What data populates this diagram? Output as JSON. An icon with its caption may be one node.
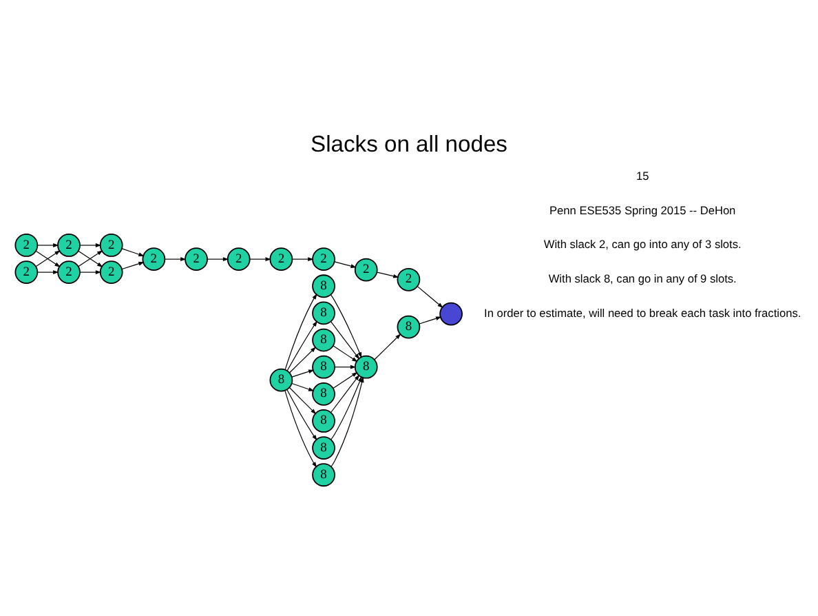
{
  "diagram": {
    "title": "Slacks on all nodes",
    "nodes": [
      {
        "text": [
          "2"
        ]
      },
      {
        "text": [
          "2"
        ]
      },
      {
        "text": [
          "2"
        ]
      },
      {
        "text": [
          "2"
        ]
      },
      {
        "text": [
          "2"
        ]
      },
      {
        "text": [
          "2"
        ]
      },
      {
        "text": [
          "2"
        ]
      },
      {
        "text": [
          "2"
        ]
      },
      {
        "text": [
          "2"
        ]
      },
      {
        "text": [
          "2"
        ]
      },
      {
        "text": [
          "2"
        ]
      },
      {
        "text": [
          "2"
        ]
      },
      {
        "text": [
          "2"
        ]
      },
      {
        "text": [
          "8"
        ]
      },
      {
        "text": [
          "8"
        ]
      },
      {
        "text": [
          "8"
        ]
      },
      {
        "text": [
          "8"
        ]
      },
      {
        "text": [
          "8"
        ]
      },
      {
        "text": [
          "8"
        ]
      },
      {
        "text": [
          "8"
        ]
      },
      {
        "text": [
          "8"
        ]
      },
      {
        "text": [
          "8"
        ]
      },
      {
        "text": [
          "8"
        ]
      },
      {
        "text": [
          "8"
        ]
      },
      {
        "text": [],
        "shape": "circle"
      }
    ],
    "edges": [
      {
        "from": 0,
        "to": 1,
        "arrow": "to"
      },
      {
        "from": 0,
        "to": 11,
        "arrow": "to"
      },
      {
        "from": 10,
        "to": 1,
        "arrow": "to"
      },
      {
        "from": 10,
        "to": 11,
        "arrow": "to"
      },
      {
        "from": 1,
        "to": 2,
        "arrow": "to"
      },
      {
        "from": 1,
        "to": 12,
        "arrow": "to"
      },
      {
        "from": 11,
        "to": 2,
        "arrow": "to"
      },
      {
        "from": 11,
        "to": 12,
        "arrow": "to"
      },
      {
        "from": 2,
        "to": 3,
        "arrow": "to"
      },
      {
        "from": 12,
        "to": 3,
        "arrow": "to"
      },
      {
        "from": 3,
        "to": 4,
        "arrow": "to"
      },
      {
        "from": 4,
        "to": 5,
        "arrow": "to"
      },
      {
        "from": 5,
        "to": 6,
        "arrow": "to"
      },
      {
        "from": 6,
        "to": 7,
        "arrow": "to"
      },
      {
        "from": 7,
        "to": 8,
        "arrow": "to"
      },
      {
        "from": 8,
        "to": 9,
        "arrow": "to"
      },
      {
        "from": 9,
        "to": 24,
        "arrow": "to"
      },
      {
        "from": 14,
        "to": 13,
        "arrow": "to"
      },
      {
        "from": 14,
        "to": 15,
        "arrow": "to"
      },
      {
        "from": 14,
        "to": 16,
        "arrow": "to"
      },
      {
        "from": 14,
        "to": 17,
        "arrow": "to"
      },
      {
        "from": 14,
        "to": 18,
        "arrow": "to"
      },
      {
        "from": 14,
        "to": 19,
        "arrow": "to"
      },
      {
        "from": 14,
        "to": 20,
        "arrow": "to"
      },
      {
        "from": 14,
        "to": 21,
        "arrow": "to"
      },
      {
        "from": 13,
        "to": 22,
        "arrow": "to"
      },
      {
        "from": 15,
        "to": 22,
        "arrow": "to"
      },
      {
        "from": 16,
        "to": 22,
        "arrow": "to"
      },
      {
        "from": 17,
        "to": 22,
        "arrow": "to"
      },
      {
        "from": 18,
        "to": 22,
        "arrow": "to"
      },
      {
        "from": 19,
        "to": 22,
        "arrow": "to"
      },
      {
        "from": 20,
        "to": 22,
        "arrow": "to"
      },
      {
        "from": 21,
        "to": 22,
        "arrow": "to"
      },
      {
        "from": 22,
        "to": 23,
        "arrow": "to"
      },
      {
        "from": 23,
        "to": 24,
        "arrow": "to"
      }
    ],
    "labels": [
      "In order to estimate, will need to break each task into fractions.",
      "With slack 8, can go in any of 9 slots.",
      "With slack 2, can go into any of 3 slots.",
      "Penn ESE535 Spring 2015 -- DeHon",
      "15"
    ]
  }
}
